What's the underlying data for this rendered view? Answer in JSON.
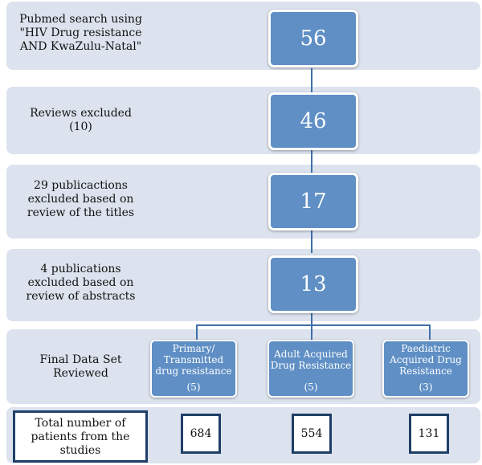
{
  "rows": [
    {
      "label_lines": [
        "Pubmed search using",
        "\"HIV Drug resistance",
        "AND KwaZulu-Natal\""
      ],
      "count": "56"
    },
    {
      "label_lines": [
        "Reviews excluded",
        "(10)"
      ],
      "count": "46"
    },
    {
      "label_lines": [
        "29 publicactions",
        "excluded based on",
        "review of the titles"
      ],
      "count": "17"
    },
    {
      "label_lines": [
        "4 publications",
        "excluded based on",
        "review of abstracts"
      ],
      "count": "13"
    }
  ],
  "final": {
    "label_lines": [
      "Final Data Set",
      "Reviewed"
    ],
    "categories": [
      {
        "lines": [
          "Primary/",
          "Transmitted",
          "drug resistance"
        ],
        "count": "(5)"
      },
      {
        "lines": [
          "Adult Acquired",
          "Drug Resistance"
        ],
        "count": "(5)"
      },
      {
        "lines": [
          "Paediatric",
          "Acquired Drug",
          "Resistance"
        ],
        "count": "(3)"
      }
    ]
  },
  "totals": {
    "label_lines": [
      "Total number of",
      "patients from the",
      "studies"
    ],
    "values": [
      "684",
      "554",
      "131"
    ]
  },
  "colors": {
    "band": "#dce3ee",
    "box_fill": "#5f8fc5",
    "connector": "#3f6fa8",
    "total_border": "#1f3f66"
  }
}
